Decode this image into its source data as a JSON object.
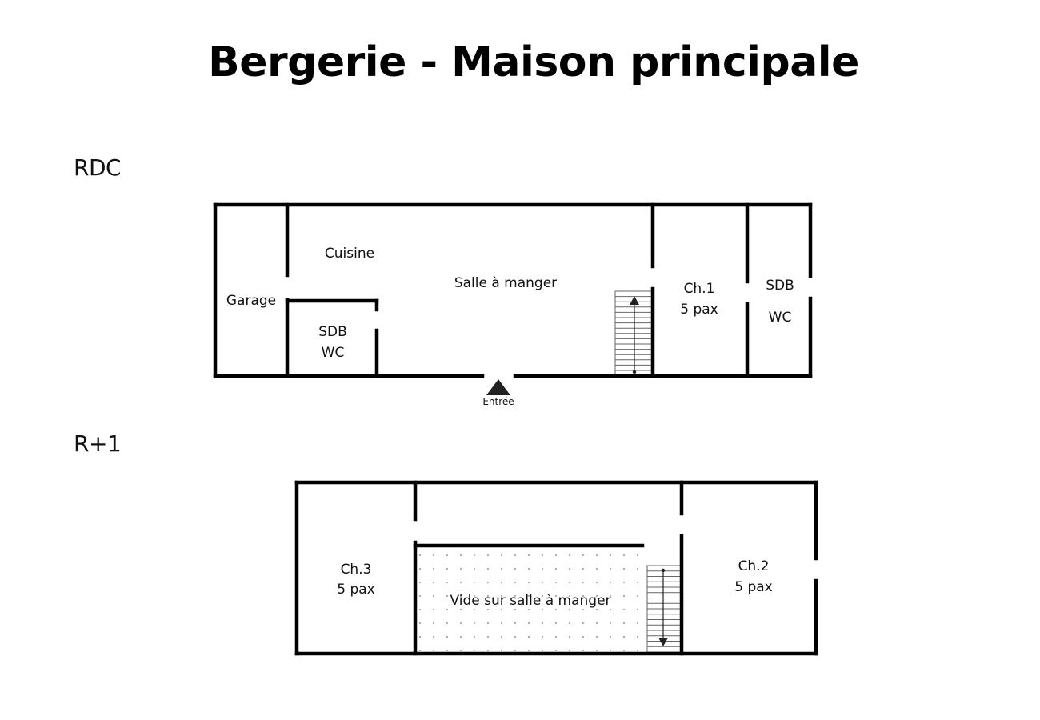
{
  "title": "Bergerie - Maison principale",
  "floors": [
    {
      "label": "RDC",
      "rooms": [
        {
          "name": "Garage",
          "lines": [
            "Garage"
          ]
        },
        {
          "name": "Cuisine",
          "lines": [
            "Cuisine"
          ]
        },
        {
          "name": "Salle à manger",
          "lines": [
            "Salle à manger"
          ]
        },
        {
          "name": "SDB WC (gauche)",
          "lines": [
            "SDB",
            "WC"
          ]
        },
        {
          "name": "Ch.1",
          "lines": [
            "Ch.1",
            "5 pax"
          ]
        },
        {
          "name": "SDB WC (droite)",
          "lines": [
            "SDB",
            "WC"
          ]
        }
      ],
      "entrance_label": "Entrée",
      "stairs_direction": "up"
    },
    {
      "label": "R+1",
      "rooms": [
        {
          "name": "Ch.3",
          "lines": [
            "Ch.3",
            "5 pax"
          ]
        },
        {
          "name": "Vide sur salle à manger",
          "lines": [
            "Vide sur salle à manger"
          ]
        },
        {
          "name": "Ch.2",
          "lines": [
            "Ch.2",
            "5 pax"
          ]
        }
      ],
      "stairs_direction": "down"
    }
  ],
  "colors": {
    "wall": "#000000",
    "void_dots": "#aaaaaa",
    "stair_lines": "#555555",
    "text": "#111111"
  }
}
